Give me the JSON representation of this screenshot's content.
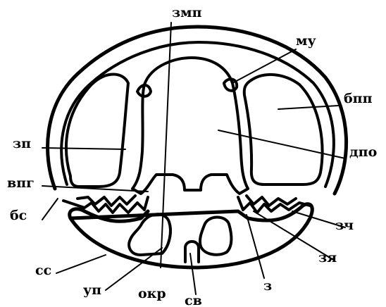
{
  "labels": {
    "zmp": "змп",
    "mu": "му",
    "bpp": "бпп",
    "zp": "зп",
    "dpo": "дпо",
    "vpg": "впг",
    "bs": "бс",
    "zch": "зч",
    "ss": "сс",
    "zya": "зя",
    "z": "з",
    "up": "уп",
    "okr": "окр",
    "sv": "св"
  }
}
